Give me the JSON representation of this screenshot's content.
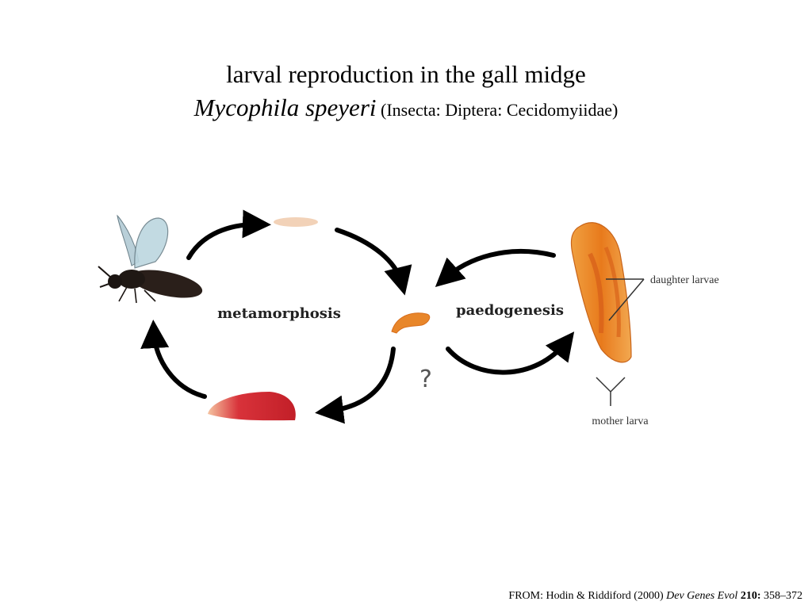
{
  "title": "larval reproduction in the gall midge",
  "subtitle": {
    "species": "Mycophila speyeri",
    "taxonomy": " (Insecta: Diptera: Cecidomyiidae)"
  },
  "diagram": {
    "labels": {
      "metamorphosis": "metamorphosis",
      "paedogenesis": "paedogenesis",
      "question": "?",
      "daughter_larvae": "daughter larvae",
      "mother_larva": "mother larva"
    }
  },
  "citation": {
    "prefix": "FROM: Hodin & Riddiford (2000) ",
    "journal": "Dev Genes Evol",
    "volume": "210:",
    "pages": " 358–372"
  },
  "colors": {
    "arrow": "#000000",
    "larva_orange": "#e8862a",
    "pupa_red": "#c8222a",
    "adult_body": "#2a1f1a",
    "wing": "#bcd6df"
  }
}
